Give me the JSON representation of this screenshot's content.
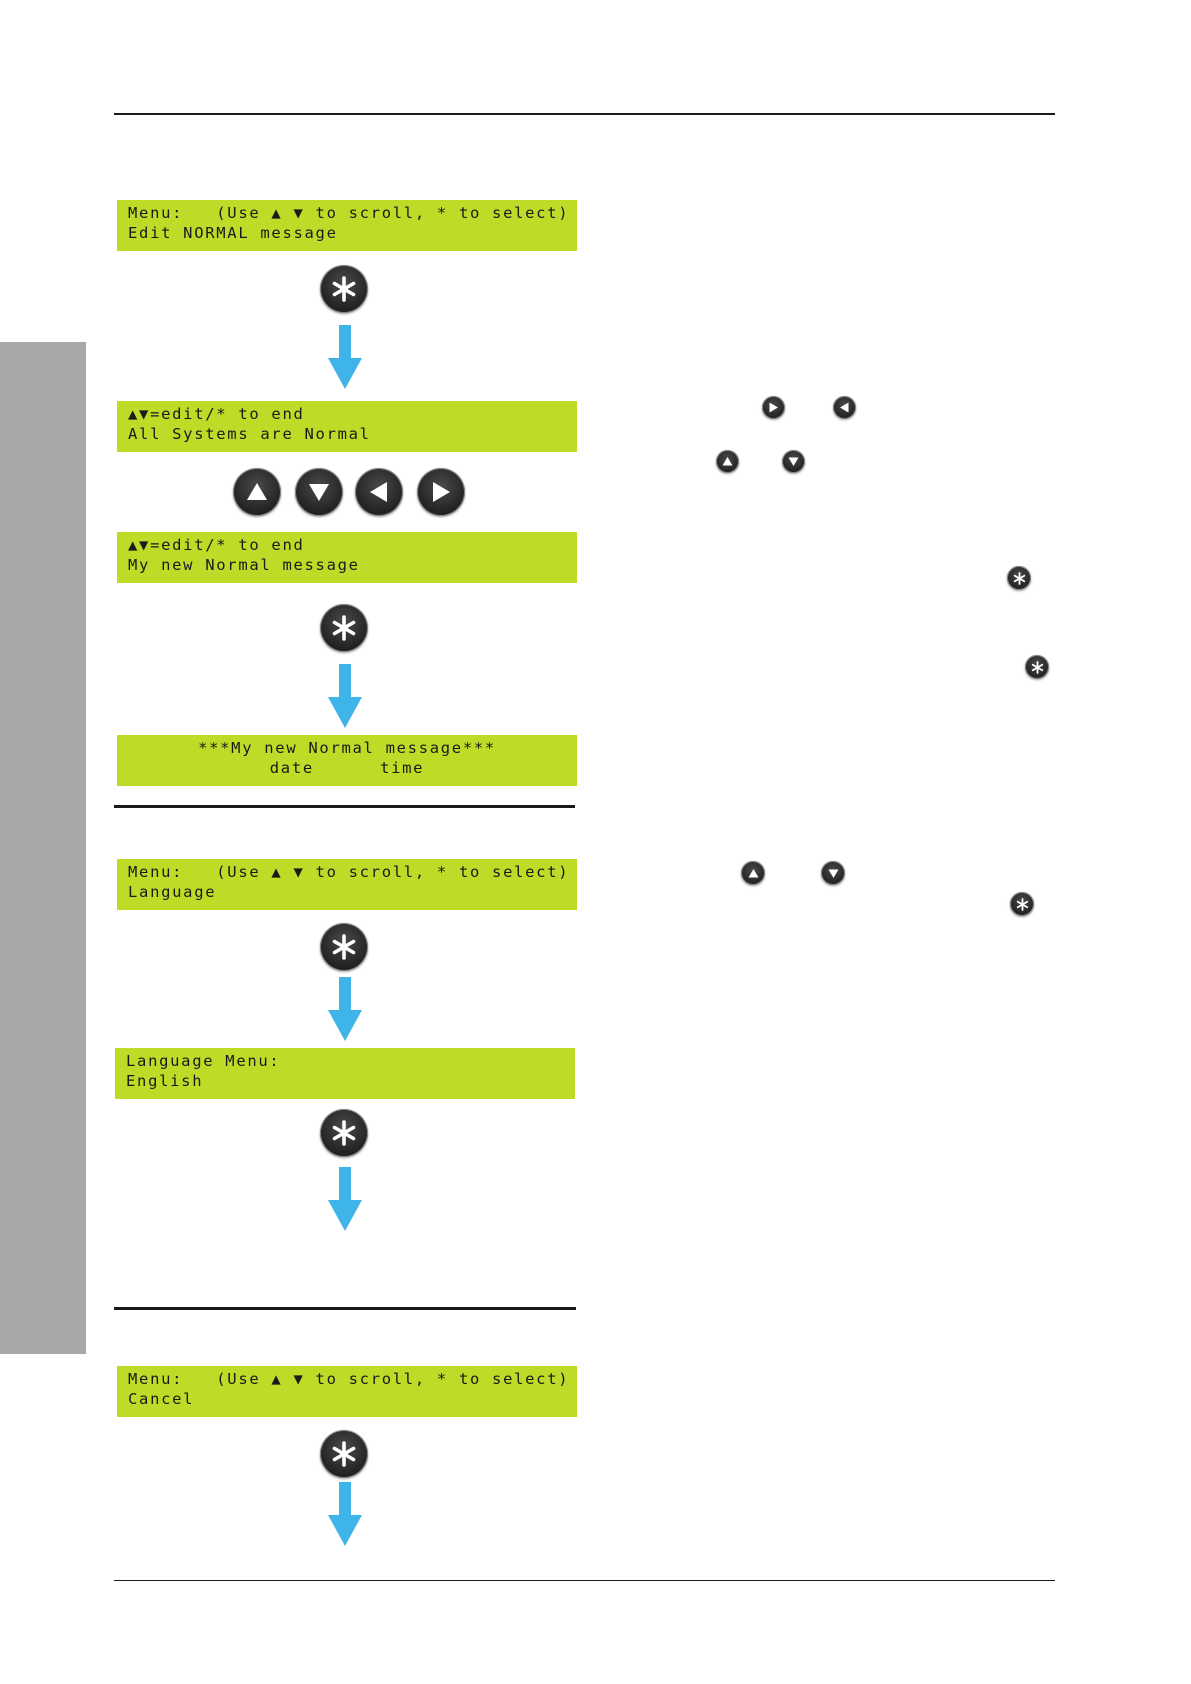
{
  "colors": {
    "lcd_background": "#bedc27",
    "flow_arrow": "#3fb4e8",
    "keypad_button": "#2b2b2b",
    "side_tab": "#a9a8a9"
  },
  "icons": {
    "select": "asterisk-icon",
    "up": "up-arrow-icon",
    "down": "down-arrow-icon",
    "left": "left-arrow-icon",
    "right": "right-arrow-icon",
    "flow": "down-flow-arrow-icon"
  },
  "displays": {
    "edit_normal_menu": {
      "line1": "Menu:   (Use ▲ ▼ to scroll, * to select)",
      "line2": "Edit NORMAL message"
    },
    "edit_prompt_1": {
      "line1": "▲▼=edit/* to end",
      "line2": "All Systems are Normal"
    },
    "edit_prompt_2": {
      "line1": "▲▼=edit/* to end",
      "line2": "My new Normal message"
    },
    "normal_result": {
      "line1": "***My new Normal message***",
      "line2": "date      time"
    },
    "language_menu": {
      "line1": "Menu:   (Use ▲ ▼ to scroll, * to select)",
      "line2": "Language"
    },
    "language_select": {
      "line1": "Language Menu:",
      "line2": "English"
    },
    "cancel_menu": {
      "line1": "Menu:   (Use ▲ ▼ to scroll, * to select)",
      "line2": "Cancel"
    }
  }
}
